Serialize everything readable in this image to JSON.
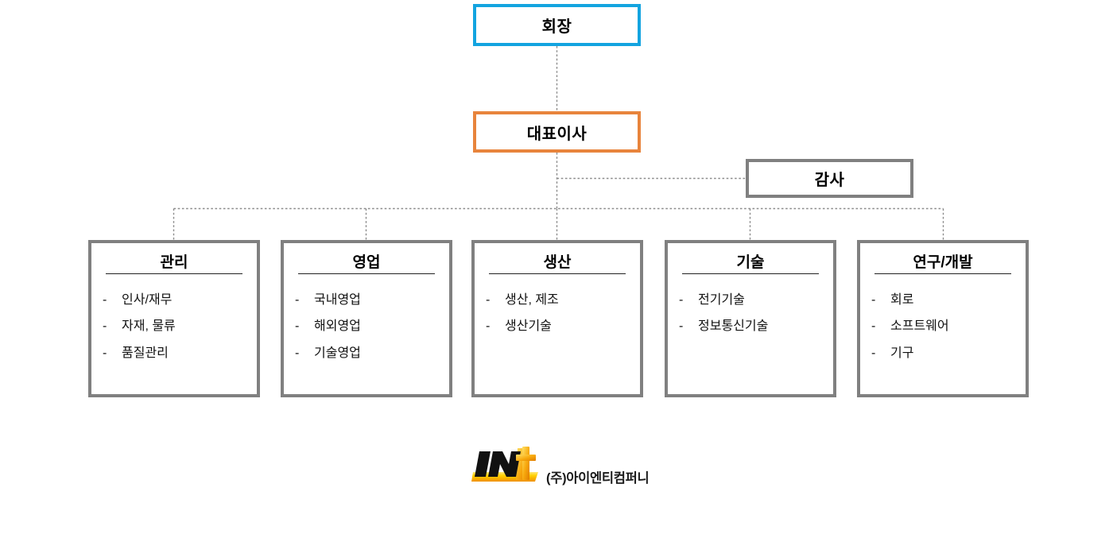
{
  "chart_data": {
    "type": "diagram",
    "title": "조직도",
    "nodes": [
      {
        "id": "chairman",
        "label": "회장",
        "level": 0,
        "border_color": "#13a4e0"
      },
      {
        "id": "ceo",
        "label": "대표이사",
        "level": 1,
        "border_color": "#e8843c"
      },
      {
        "id": "auditor",
        "label": "감사",
        "level": 2,
        "border_color": "#808080"
      },
      {
        "id": "management",
        "label": "관리",
        "level": 3,
        "border_color": "#808080"
      },
      {
        "id": "sales",
        "label": "영업",
        "level": 3,
        "border_color": "#808080"
      },
      {
        "id": "production",
        "label": "생산",
        "level": 3,
        "border_color": "#808080"
      },
      {
        "id": "technology",
        "label": "기술",
        "level": 3,
        "border_color": "#808080"
      },
      {
        "id": "rnd",
        "label": "연구/개발",
        "level": 3,
        "border_color": "#808080"
      }
    ],
    "edges": [
      {
        "from": "chairman",
        "to": "ceo",
        "style": "dotted"
      },
      {
        "from": "ceo",
        "to": "auditor",
        "style": "dotted"
      },
      {
        "from": "ceo",
        "to": "management",
        "style": "dotted"
      },
      {
        "from": "ceo",
        "to": "sales",
        "style": "dotted"
      },
      {
        "from": "ceo",
        "to": "production",
        "style": "dotted"
      },
      {
        "from": "ceo",
        "to": "technology",
        "style": "dotted"
      },
      {
        "from": "ceo",
        "to": "rnd",
        "style": "dotted"
      }
    ],
    "line_color": "#8c8c8c",
    "background": "#ffffff"
  },
  "top": {
    "chairman": {
      "label": "회장"
    },
    "ceo": {
      "label": "대표이사"
    },
    "auditor": {
      "label": "감사"
    }
  },
  "departments": [
    {
      "title": "관리",
      "items": [
        {
          "dash": "-",
          "text": "인사/재무"
        },
        {
          "dash": "-",
          "text": "자재, 물류"
        },
        {
          "dash": "-",
          "text": "품질관리"
        }
      ]
    },
    {
      "title": "영업",
      "items": [
        {
          "dash": "-",
          "text": "국내영업"
        },
        {
          "dash": "-",
          "text": "해외영업"
        },
        {
          "dash": "-",
          "text": "기술영업"
        }
      ]
    },
    {
      "title": "생산",
      "items": [
        {
          "dash": "-",
          "text": "생산, 제조"
        },
        {
          "dash": "-",
          "text": "생산기술"
        }
      ]
    },
    {
      "title": "기술",
      "items": [
        {
          "dash": "-",
          "text": "전기기술"
        },
        {
          "dash": "-",
          "text": "정보통신기술"
        }
      ]
    },
    {
      "title": "연구/개발",
      "items": [
        {
          "dash": "-",
          "text": "회로"
        },
        {
          "dash": "-",
          "text": "소프트웨어"
        },
        {
          "dash": "-",
          "text": "기구"
        }
      ]
    }
  ],
  "logo": {
    "mark_text": "IN",
    "mark_accent": "T",
    "company_name": "(주)아이엔티컴퍼니",
    "accent_color": "#f5a21e",
    "highlight_color": "#ffd400",
    "text_color": "#111111"
  }
}
